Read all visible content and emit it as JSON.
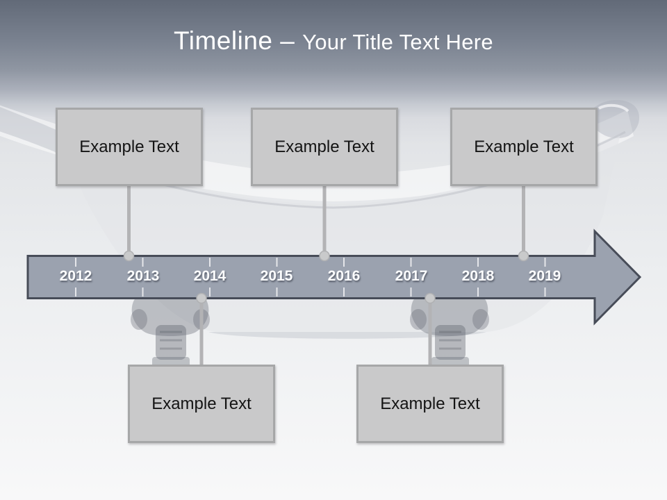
{
  "slide_title": {
    "primary": "Timeline – ",
    "secondary": "Your Title Text Here"
  },
  "timeline": {
    "years": [
      "2012",
      "2013",
      "2014",
      "2015",
      "2016",
      "2017",
      "2018",
      "2019"
    ]
  },
  "callouts": [
    {
      "position": "above",
      "label": "Example Text"
    },
    {
      "position": "above",
      "label": "Example Text"
    },
    {
      "position": "above",
      "label": "Example Text"
    },
    {
      "position": "below",
      "label": "Example Text"
    },
    {
      "position": "below",
      "label": "Example Text"
    }
  ],
  "watermark_icon": "clawfoot-bathtub-photo",
  "colors": {
    "title_color": "#ffffff",
    "arrow_fill": "#9ba2af",
    "arrow_border": "#474c58",
    "box_fill": "#c9c9ca",
    "box_border": "#a6a7a8",
    "connector": "#b3b3b5",
    "year_text": "#fbfcfd"
  }
}
